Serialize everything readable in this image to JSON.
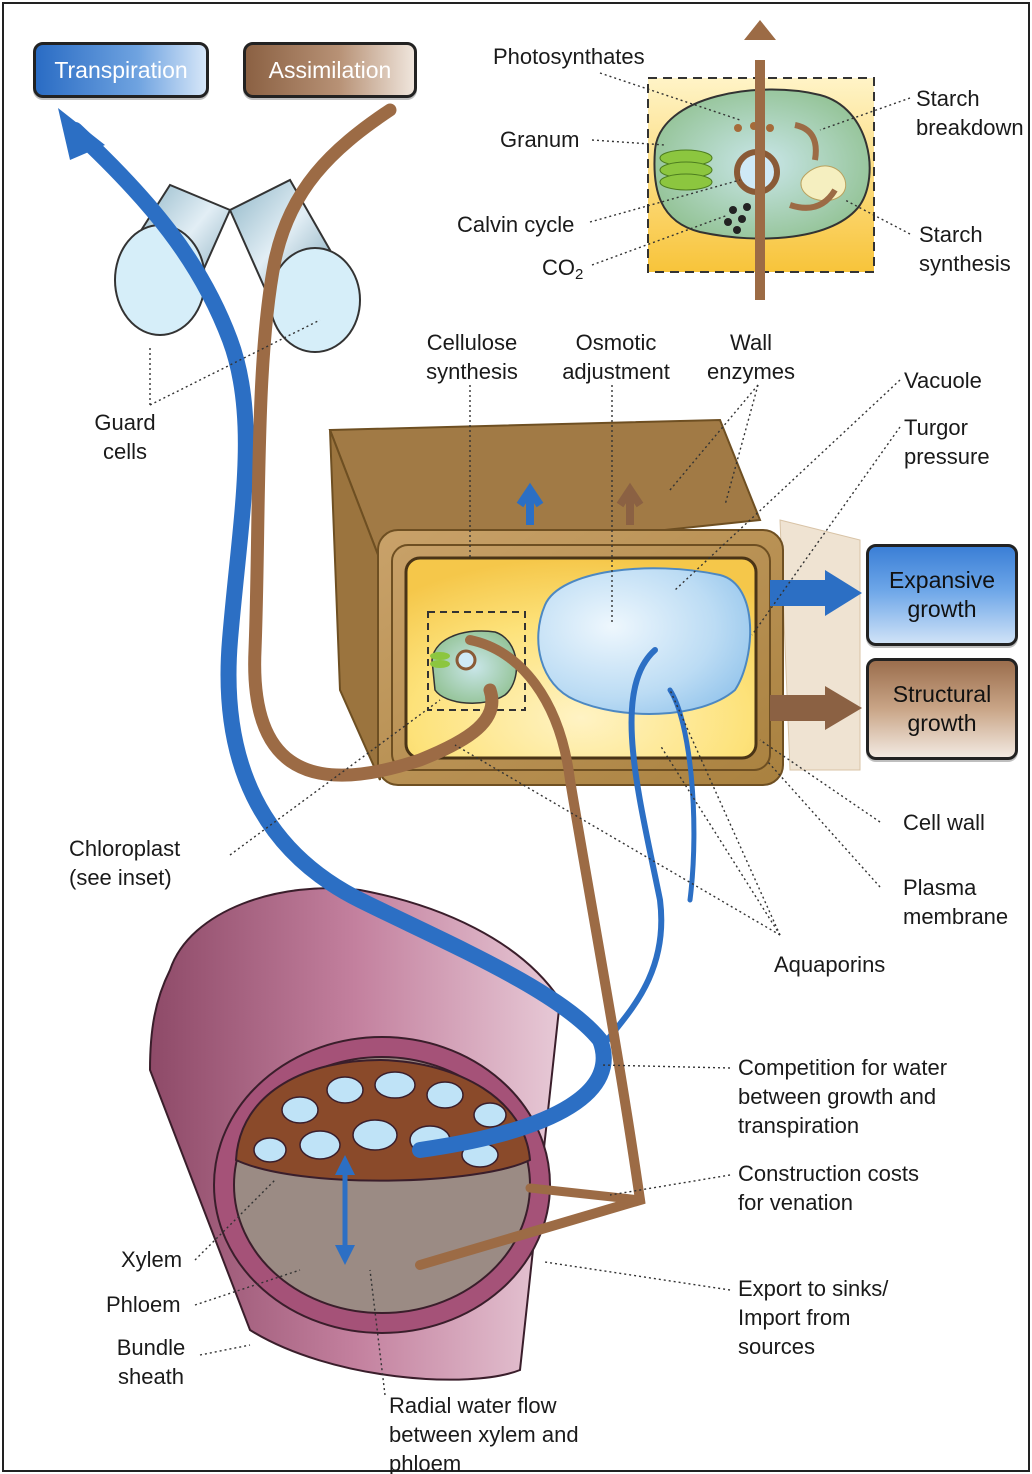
{
  "badges": {
    "transpiration": "Transpiration",
    "assimilation": "Assimilation",
    "expansive_growth": "Expansive\ngrowth",
    "structural_growth": "Structural\ngrowth"
  },
  "inset": {
    "photosynthates": "Photosynthates",
    "granum": "Granum",
    "calvin_cycle": "Calvin cycle",
    "co2": "CO",
    "co2_sub": "2",
    "starch_breakdown": "Starch\nbreakdown",
    "starch_synthesis": "Starch\nsynthesis"
  },
  "cell": {
    "cellulose_synthesis": "Cellulose\nsynthesis",
    "osmotic_adjustment": "Osmotic\nadjustment",
    "wall_enzymes": "Wall\nenzymes",
    "vacuole": "Vacuole",
    "turgor_pressure": "Turgor\npressure",
    "guard_cells": "Guard\ncells",
    "chloroplast": "Chloroplast\n(see inset)",
    "cell_wall": "Cell wall",
    "plasma_membrane": "Plasma\nmembrane",
    "aquaporins": "Aquaporins"
  },
  "vein": {
    "competition": "Competition for water\nbetween growth and\ntranspiration",
    "construction": "Construction costs\nfor venation",
    "export": "Export to sinks/\nImport from\nsources",
    "xylem": "Xylem",
    "phloem": "Phloem",
    "bundle_sheath": "Bundle\nsheath",
    "radial_flow": "Radial water flow\nbetween xylem and\nphloem"
  },
  "colors": {
    "water_blue": "#2c6fc4",
    "sugar_brown": "#9c6b45",
    "sheath_pink": "#a55278",
    "vacuole_blue": "#a9d2f2",
    "cytoplasm_yellow": "#fde27a"
  }
}
